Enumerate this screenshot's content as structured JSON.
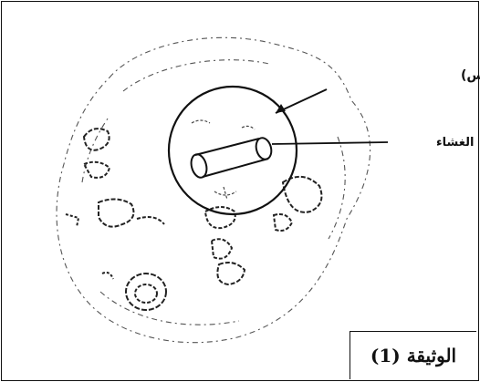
{
  "labels": {
    "magnified_part": "الجزء المؤطر (س)",
    "membrane": "الغشاء"
  },
  "document_label": "الوثيقة (1)"
}
